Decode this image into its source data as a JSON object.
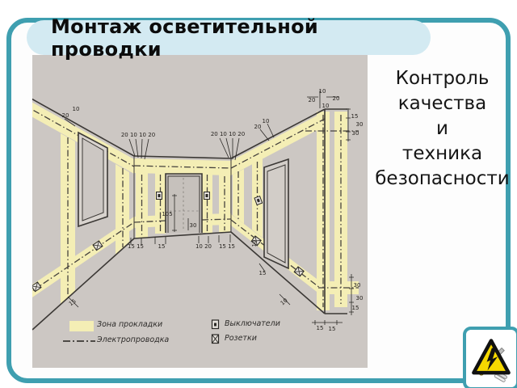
{
  "slide": {
    "title": "Монтаж осветительной проводки",
    "side_text_lines": [
      "Контроль",
      "качества",
      "и",
      "техника",
      "безопасности"
    ]
  },
  "legend": {
    "zone_line1": "Зона прокладки",
    "zone_line2": "Электропроводка",
    "switches": "Выключатели",
    "sockets": "Розетки"
  },
  "colors": {
    "frame_teal": "#3f9fb0",
    "title_bg": "#d3eaf2",
    "panel_grey": "#ccc7c3",
    "zone_yellow": "#f4eeb5",
    "line_dark": "#3b3835",
    "warning_yellow": "#f6d800"
  },
  "diagram": {
    "dims": {
      "tl_20": "20",
      "tl_10": "10",
      "row_left": "20 10 10 20",
      "row_right": "20 10 10 20",
      "rc_20": "20",
      "rc_10": "10",
      "tr_10a": "10",
      "tr_20a": "20",
      "tr_20b": "20",
      "tr_10b": "10",
      "r_15": "15",
      "r_30a": "30",
      "r_30b": "30",
      "rb_30a": "30",
      "rb_30b": "30",
      "rb_15": "15",
      "bb_15a": "15",
      "bb_15b": "15",
      "rw_10_diag": "10",
      "rw_15": "15",
      "rw_10_rot": "10",
      "b_15_15_l": "15 15",
      "b_15": "15",
      "b_10_20": "10 20",
      "b_15_15_r": "15 15",
      "door_105": "105",
      "door_30": "30",
      "lw_15": "15"
    }
  }
}
